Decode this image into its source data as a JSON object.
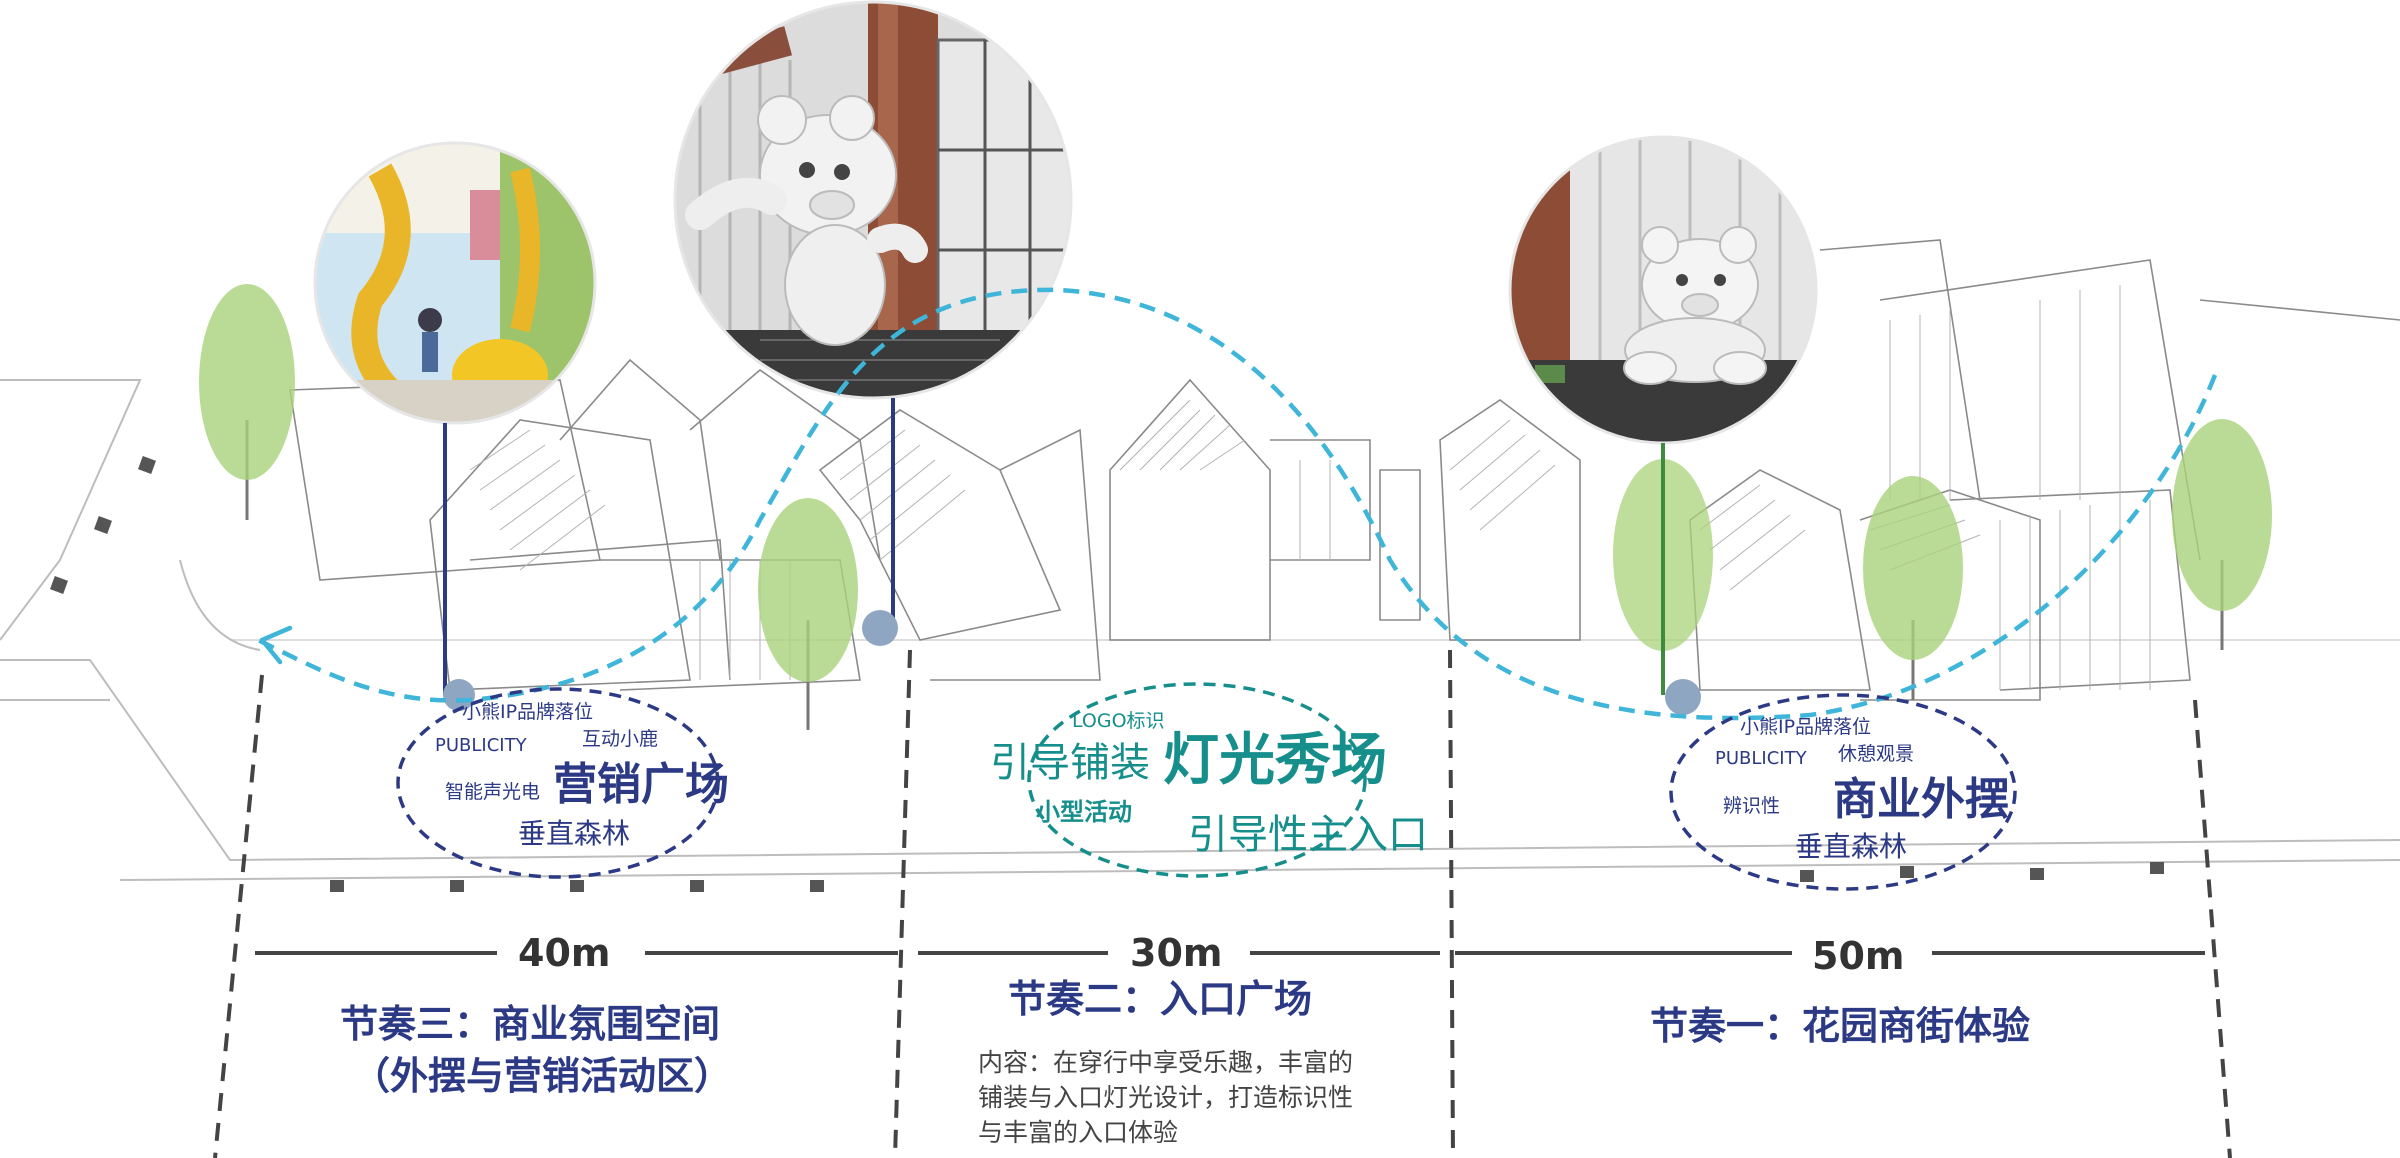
{
  "colors": {
    "accent_blue": "#2c3a86",
    "accent_teal": "#168f8c",
    "curve": "#3fb6d9",
    "tree": "#a9d27a",
    "pin": "#8fa6c3",
    "line_dark": "#444444"
  },
  "zones": [
    {
      "id": "left",
      "distance": "40m",
      "rhythm_title": "节奏三：商业氛围空间",
      "rhythm_subtitle": "（外摆与营销活动区）",
      "ellipse": {
        "tag_ip": "小熊IP品牌落位",
        "tag_publicity": "PUBLICITY",
        "tag_deer": "互动小鹿",
        "tag_sound": "智能声光电",
        "main": "营销广场",
        "sub": "垂直森林"
      }
    },
    {
      "id": "middle",
      "distance": "30m",
      "rhythm_title": "节奏二：入口广场",
      "description": [
        "内容：在穿行中享受乐趣，丰富的",
        "铺装与入口灯光设计，打造标识性",
        "与丰富的入口体验"
      ],
      "ellipse": {
        "tag_logo": "LOGO标识",
        "paving": "引导铺装",
        "main": "灯光秀场",
        "activity": "小型活动",
        "entry": "引导性主入口"
      }
    },
    {
      "id": "right",
      "distance": "50m",
      "rhythm_title": "节奏一：花园商街体验",
      "ellipse": {
        "tag_ip": "小熊IP品牌落位",
        "tag_publicity": "PUBLICITY",
        "tag_view": "休憩观景",
        "tag_ident": "辨识性",
        "main": "商业外摆",
        "sub": "垂直森林"
      }
    }
  ],
  "images": [
    {
      "name": "kids-play-photo-circle",
      "subject": "children play area photo"
    },
    {
      "name": "bear-sculpture-wall-circle",
      "subject": "white bear sculpture climbing wall"
    },
    {
      "name": "bear-sculpture-sitting-circle",
      "subject": "white bear sculpture sitting"
    }
  ]
}
